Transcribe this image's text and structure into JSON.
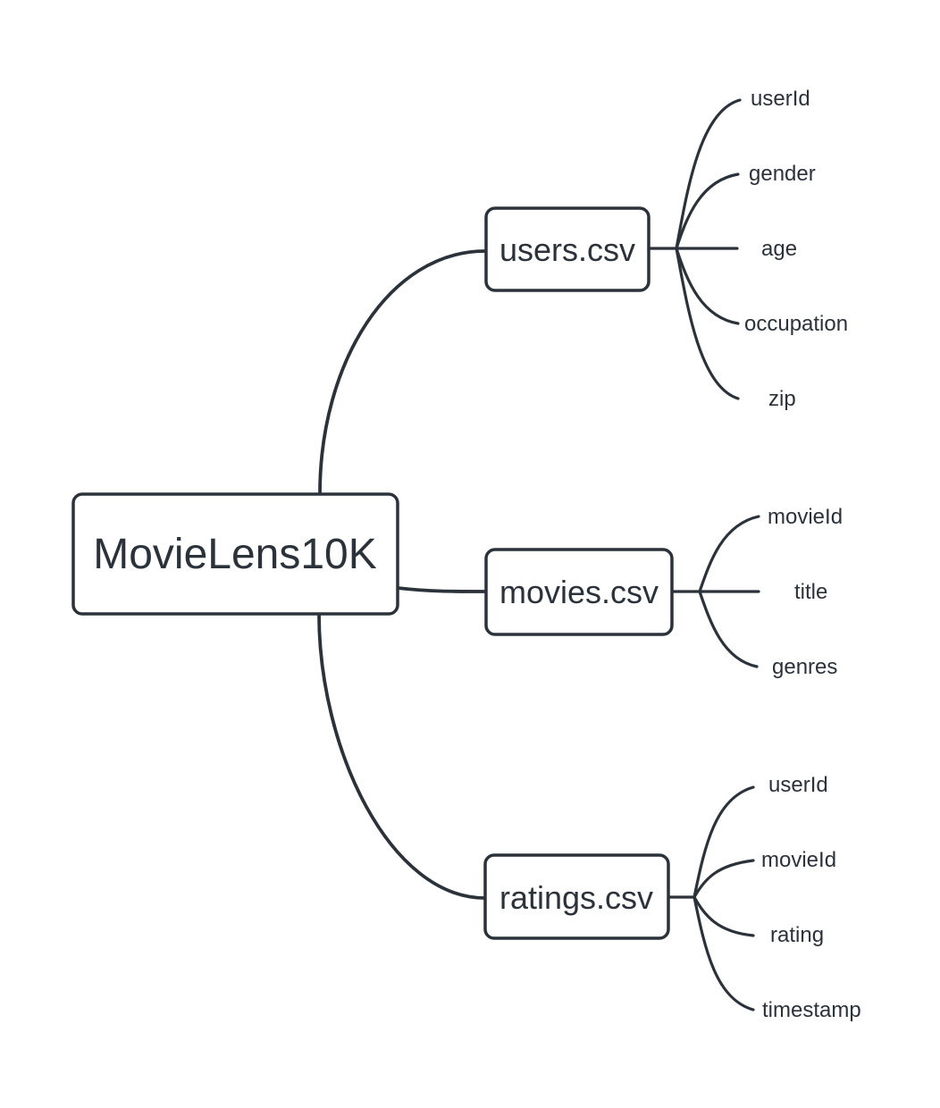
{
  "diagram": {
    "type": "mindmap",
    "root": {
      "label": "MovieLens10K"
    },
    "children": [
      {
        "label": "users.csv",
        "fields": [
          "userId",
          "gender",
          "age",
          "occupation",
          "zip"
        ]
      },
      {
        "label": "movies.csv",
        "fields": [
          "movieId",
          "title",
          "genres"
        ]
      },
      {
        "label": "ratings.csv",
        "fields": [
          "userId",
          "movieId",
          "rating",
          "timestamp"
        ]
      }
    ],
    "colors": {
      "ink": "#2b323a",
      "background": "#ffffff"
    }
  }
}
